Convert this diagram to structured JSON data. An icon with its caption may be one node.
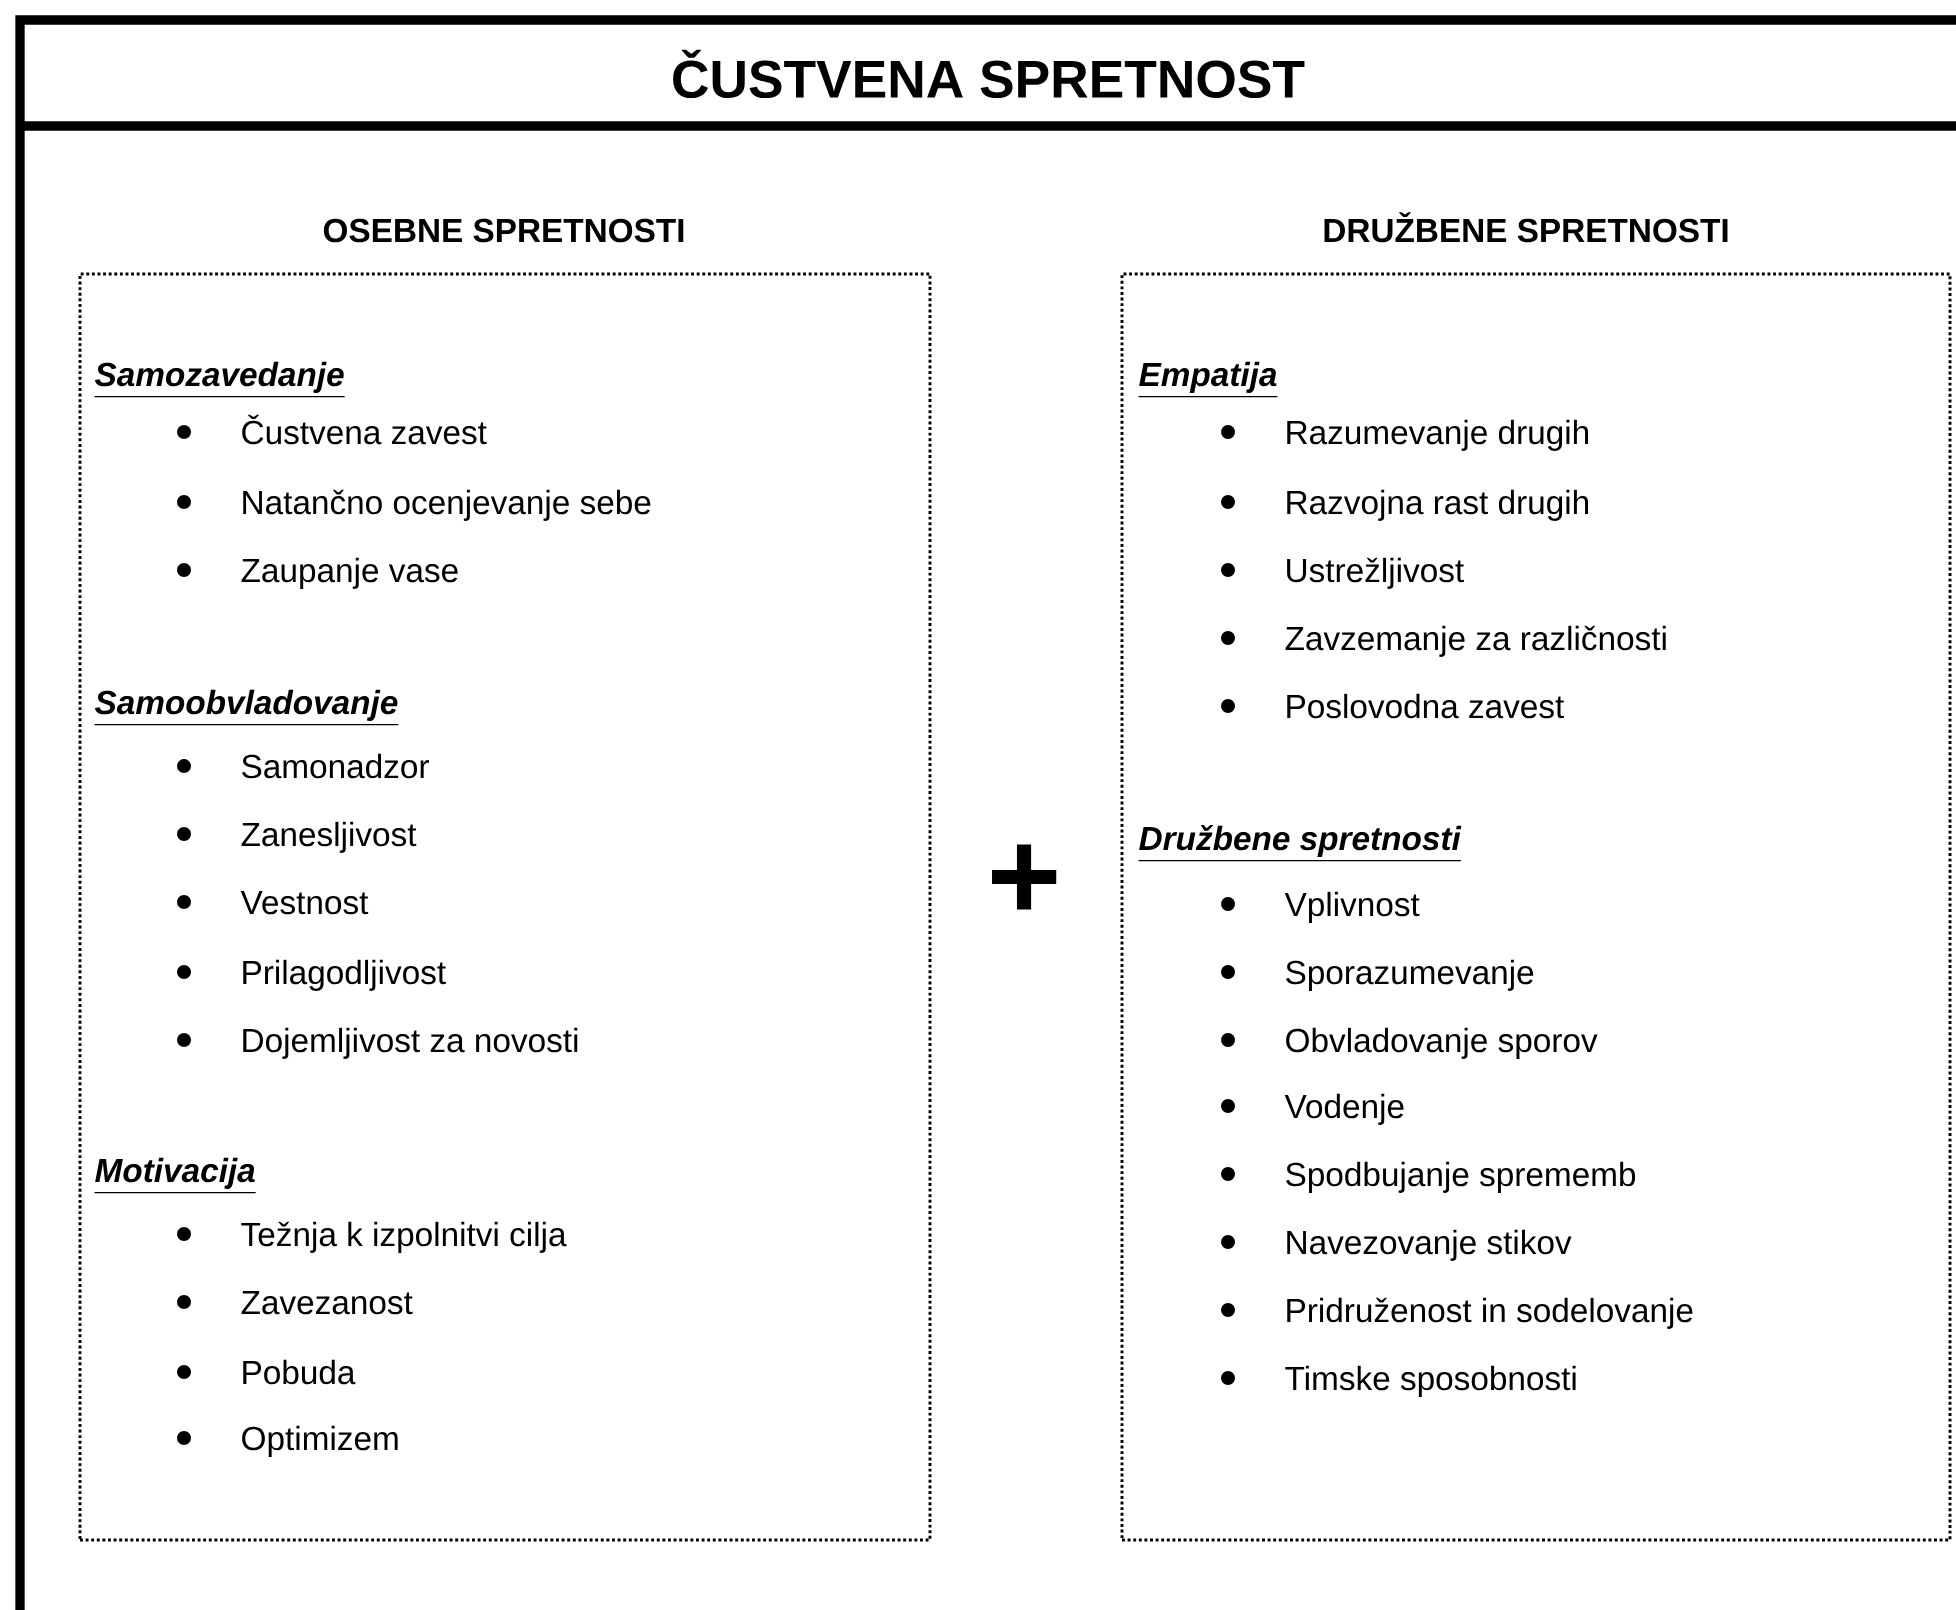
{
  "diagram": {
    "title": "ČUSTVENA SPRETNOST",
    "nodes": [
      {
        "text": [
          "OSEBNE SPRETNOSTI",
          "Samozavedanje",
          "Čustvena zavest",
          "Natančno ocenjevanje sebe",
          "Zaupanje vase",
          "Samoobvladovanje",
          "Samonadzor",
          "Zanesljivost",
          "Vestnost",
          "Prilagodljivost",
          "Dojemljivost za novosti",
          "Motivacija",
          "Težnja k izpolnitvi cilja",
          "Zavezanost",
          "Pobuda",
          "Optimizem"
        ]
      },
      {
        "text": [
          "DRUŽBENE SPRETNOSTI",
          "Empatija",
          "Razumevanje drugih",
          "Razvojna rast drugih",
          "Ustrežljivost",
          "Zavzemanje za različnosti",
          "Poslovodna zavest",
          "Družbene spretnosti",
          "Vplivnost",
          "Sporazumevanje",
          "Obvladovanje sporov",
          "Vodenje",
          "Spodbujanje sprememb",
          "Navezovanje stikov",
          "Pridruženost in sodelovanje",
          "Timske sposobnosti"
        ]
      }
    ],
    "labels": [
      "+"
    ]
  }
}
